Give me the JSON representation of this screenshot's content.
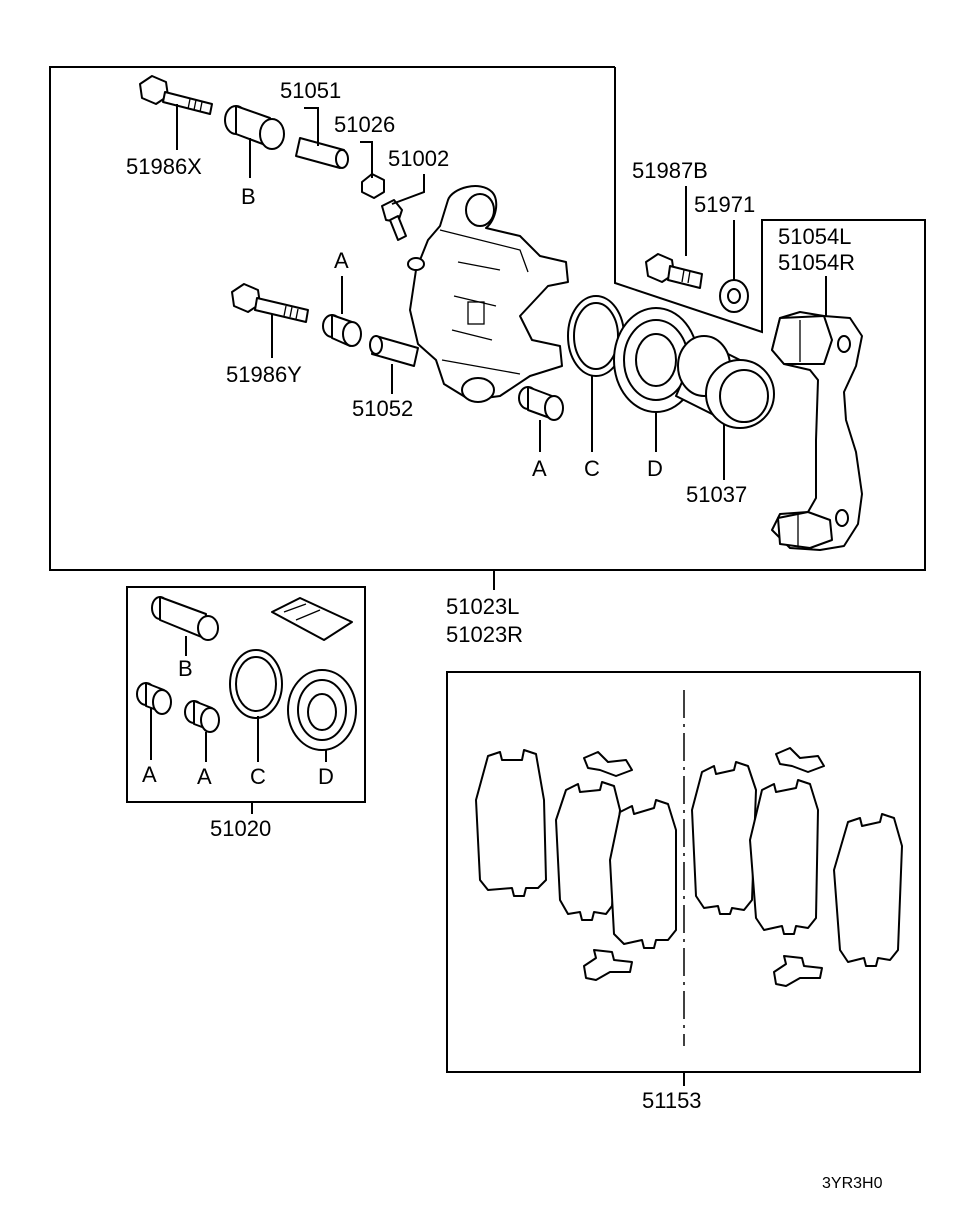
{
  "labels": {
    "p51051": "51051",
    "p51026": "51026",
    "p51002": "51002",
    "p51986x": "51986X",
    "b_top": "B",
    "a_mid": "A",
    "p51986y": "51986Y",
    "p51052": "51052",
    "a_low": "A",
    "c_main": "C",
    "d_main": "D",
    "p51037": "51037",
    "p51987b": "51987B",
    "p51971": "51971",
    "p51054l": "51054L",
    "p51054r": "51054R",
    "p51023l": "51023L",
    "p51023r": "51023R",
    "kit_b": "B",
    "kit_a1": "A",
    "kit_a2": "A",
    "kit_c": "C",
    "kit_d": "D",
    "p51020": "51020",
    "p51153": "51153",
    "code": "3YR3H0"
  }
}
